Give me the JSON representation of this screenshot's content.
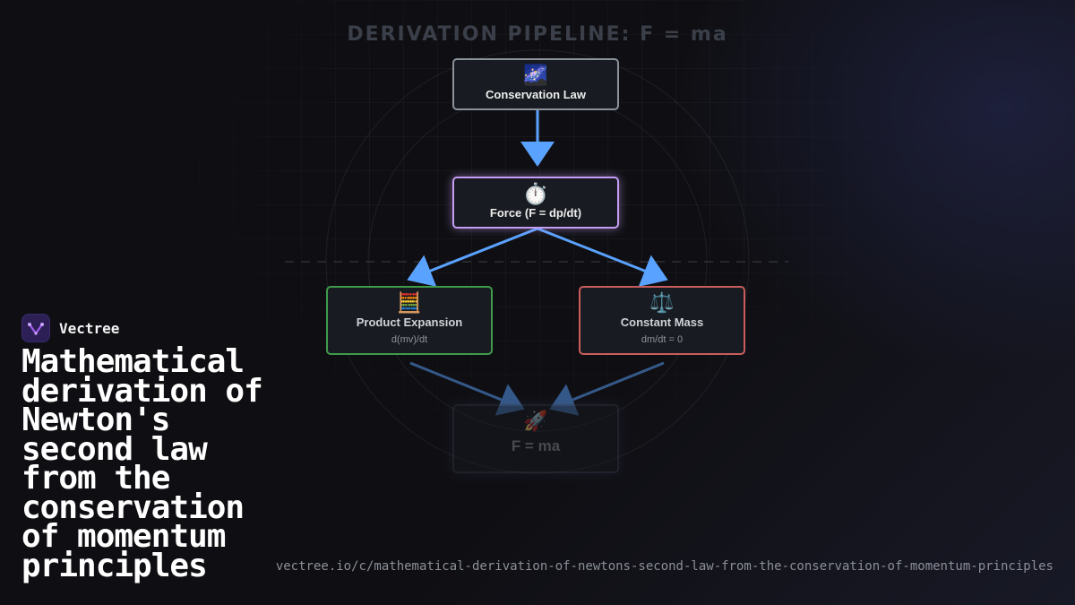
{
  "diagram": {
    "title": "DERIVATION PIPELINE: F = ma",
    "nodes": [
      {
        "id": "conservation",
        "icon": "🌌",
        "icon_name": "milky-way-icon",
        "label": "Conservation Law",
        "sublabel": "",
        "border_color": "#8c929a"
      },
      {
        "id": "force",
        "icon": "⏱️",
        "icon_name": "stopwatch-icon",
        "label": "Force (F = dp/dt)",
        "sublabel": "",
        "border_color": "#c49cf3"
      },
      {
        "id": "product",
        "icon": "🧮",
        "icon_name": "abacus-icon",
        "label": "Product Expansion",
        "sublabel": "d(mv)/dt",
        "border_color": "#3f9a4a"
      },
      {
        "id": "constant",
        "icon": "⚖️",
        "icon_name": "balance-scale-icon",
        "label": "Constant Mass",
        "sublabel": "dm/dt = 0",
        "border_color": "#c95d5d"
      },
      {
        "id": "result",
        "icon": "🚀",
        "icon_name": "rocket-icon",
        "label": "F = ma",
        "sublabel": "",
        "border_color": "#333845"
      }
    ],
    "edges": [
      {
        "from": "conservation",
        "to": "force"
      },
      {
        "from": "force",
        "to": "product"
      },
      {
        "from": "force",
        "to": "constant"
      },
      {
        "from": "product",
        "to": "result"
      },
      {
        "from": "constant",
        "to": "result"
      }
    ],
    "edge_color": "#5aa2ff"
  },
  "brand": {
    "name": "Vectree",
    "accent": "#a25df0"
  },
  "headline": "Mathematical derivation of Newton's second law from the conservation of momentum principles",
  "url": "vectree.io/c/mathematical-derivation-of-newtons-second-law-from-the-conservation-of-momentum-principles"
}
